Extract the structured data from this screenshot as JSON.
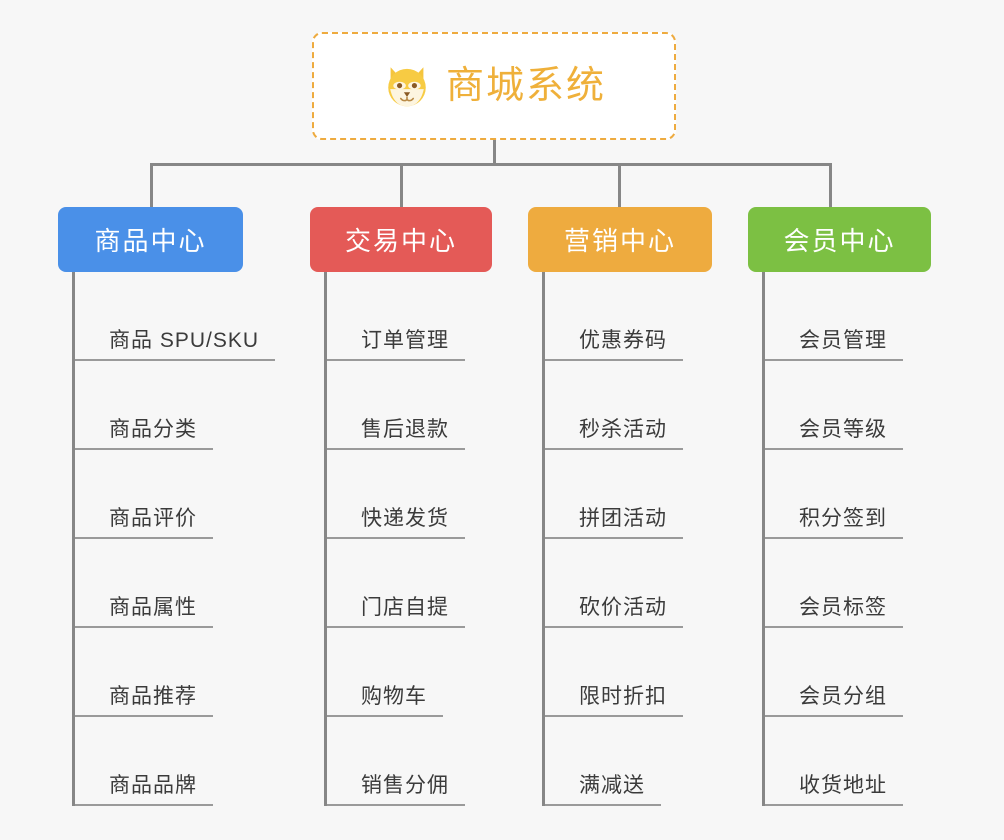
{
  "root": {
    "title": "商城系统",
    "icon": "shiba-dog-face-icon",
    "border_color": "#eeab3f",
    "text_color": "#efb03a"
  },
  "line_color": "#878787",
  "background_color": "#f7f7f7",
  "branches": [
    {
      "label": "商品中心",
      "color": "#4a90e8",
      "items": [
        "商品 SPU/SKU",
        "商品分类",
        "商品评价",
        "商品属性",
        "商品推荐",
        "商品品牌"
      ]
    },
    {
      "label": "交易中心",
      "color": "#e45a57",
      "items": [
        "订单管理",
        "售后退款",
        "快递发货",
        "门店自提",
        "购物车",
        "销售分佣"
      ]
    },
    {
      "label": "营销中心",
      "color": "#eeab3f",
      "items": [
        "优惠券码",
        "秒杀活动",
        "拼团活动",
        "砍价活动",
        "限时折扣",
        "满减送"
      ]
    },
    {
      "label": "会员中心",
      "color": "#7cc043",
      "items": [
        "会员管理",
        "会员等级",
        "积分签到",
        "会员标签",
        "会员分组",
        "收货地址"
      ]
    }
  ]
}
